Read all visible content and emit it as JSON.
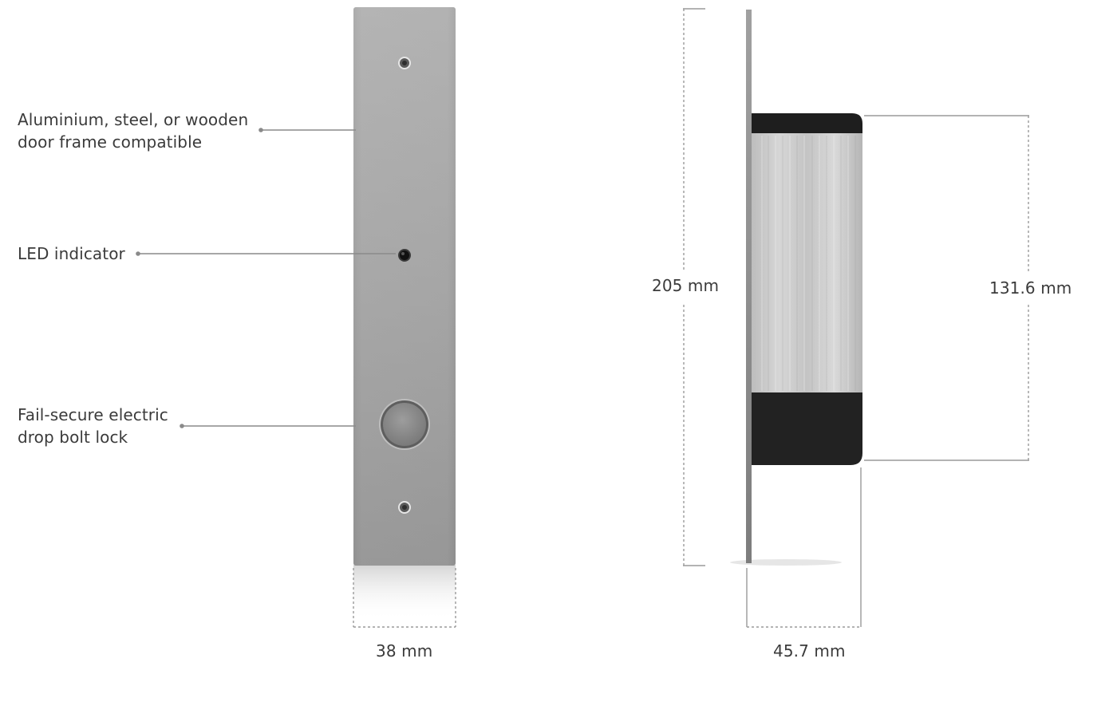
{
  "callouts": {
    "frame": {
      "line1": "Aluminium, steel, or wooden",
      "line2": "door frame compatible"
    },
    "led": {
      "line1": "LED indicator"
    },
    "lock": {
      "line1": "Fail-secure electric",
      "line2": "drop bolt lock"
    }
  },
  "dimensions": {
    "front_width": "38 mm",
    "side_height": "205 mm",
    "body_height": "131.6 mm",
    "side_depth": "45.7 mm"
  },
  "colors": {
    "plate_light": "#b4b4b4",
    "plate_dark": "#8e8e8e",
    "housing_black": "#1f1f1f",
    "brushed_metal": "#c6c6c6",
    "dim_line": "#9a9a9a",
    "text": "#3b3b3b"
  }
}
